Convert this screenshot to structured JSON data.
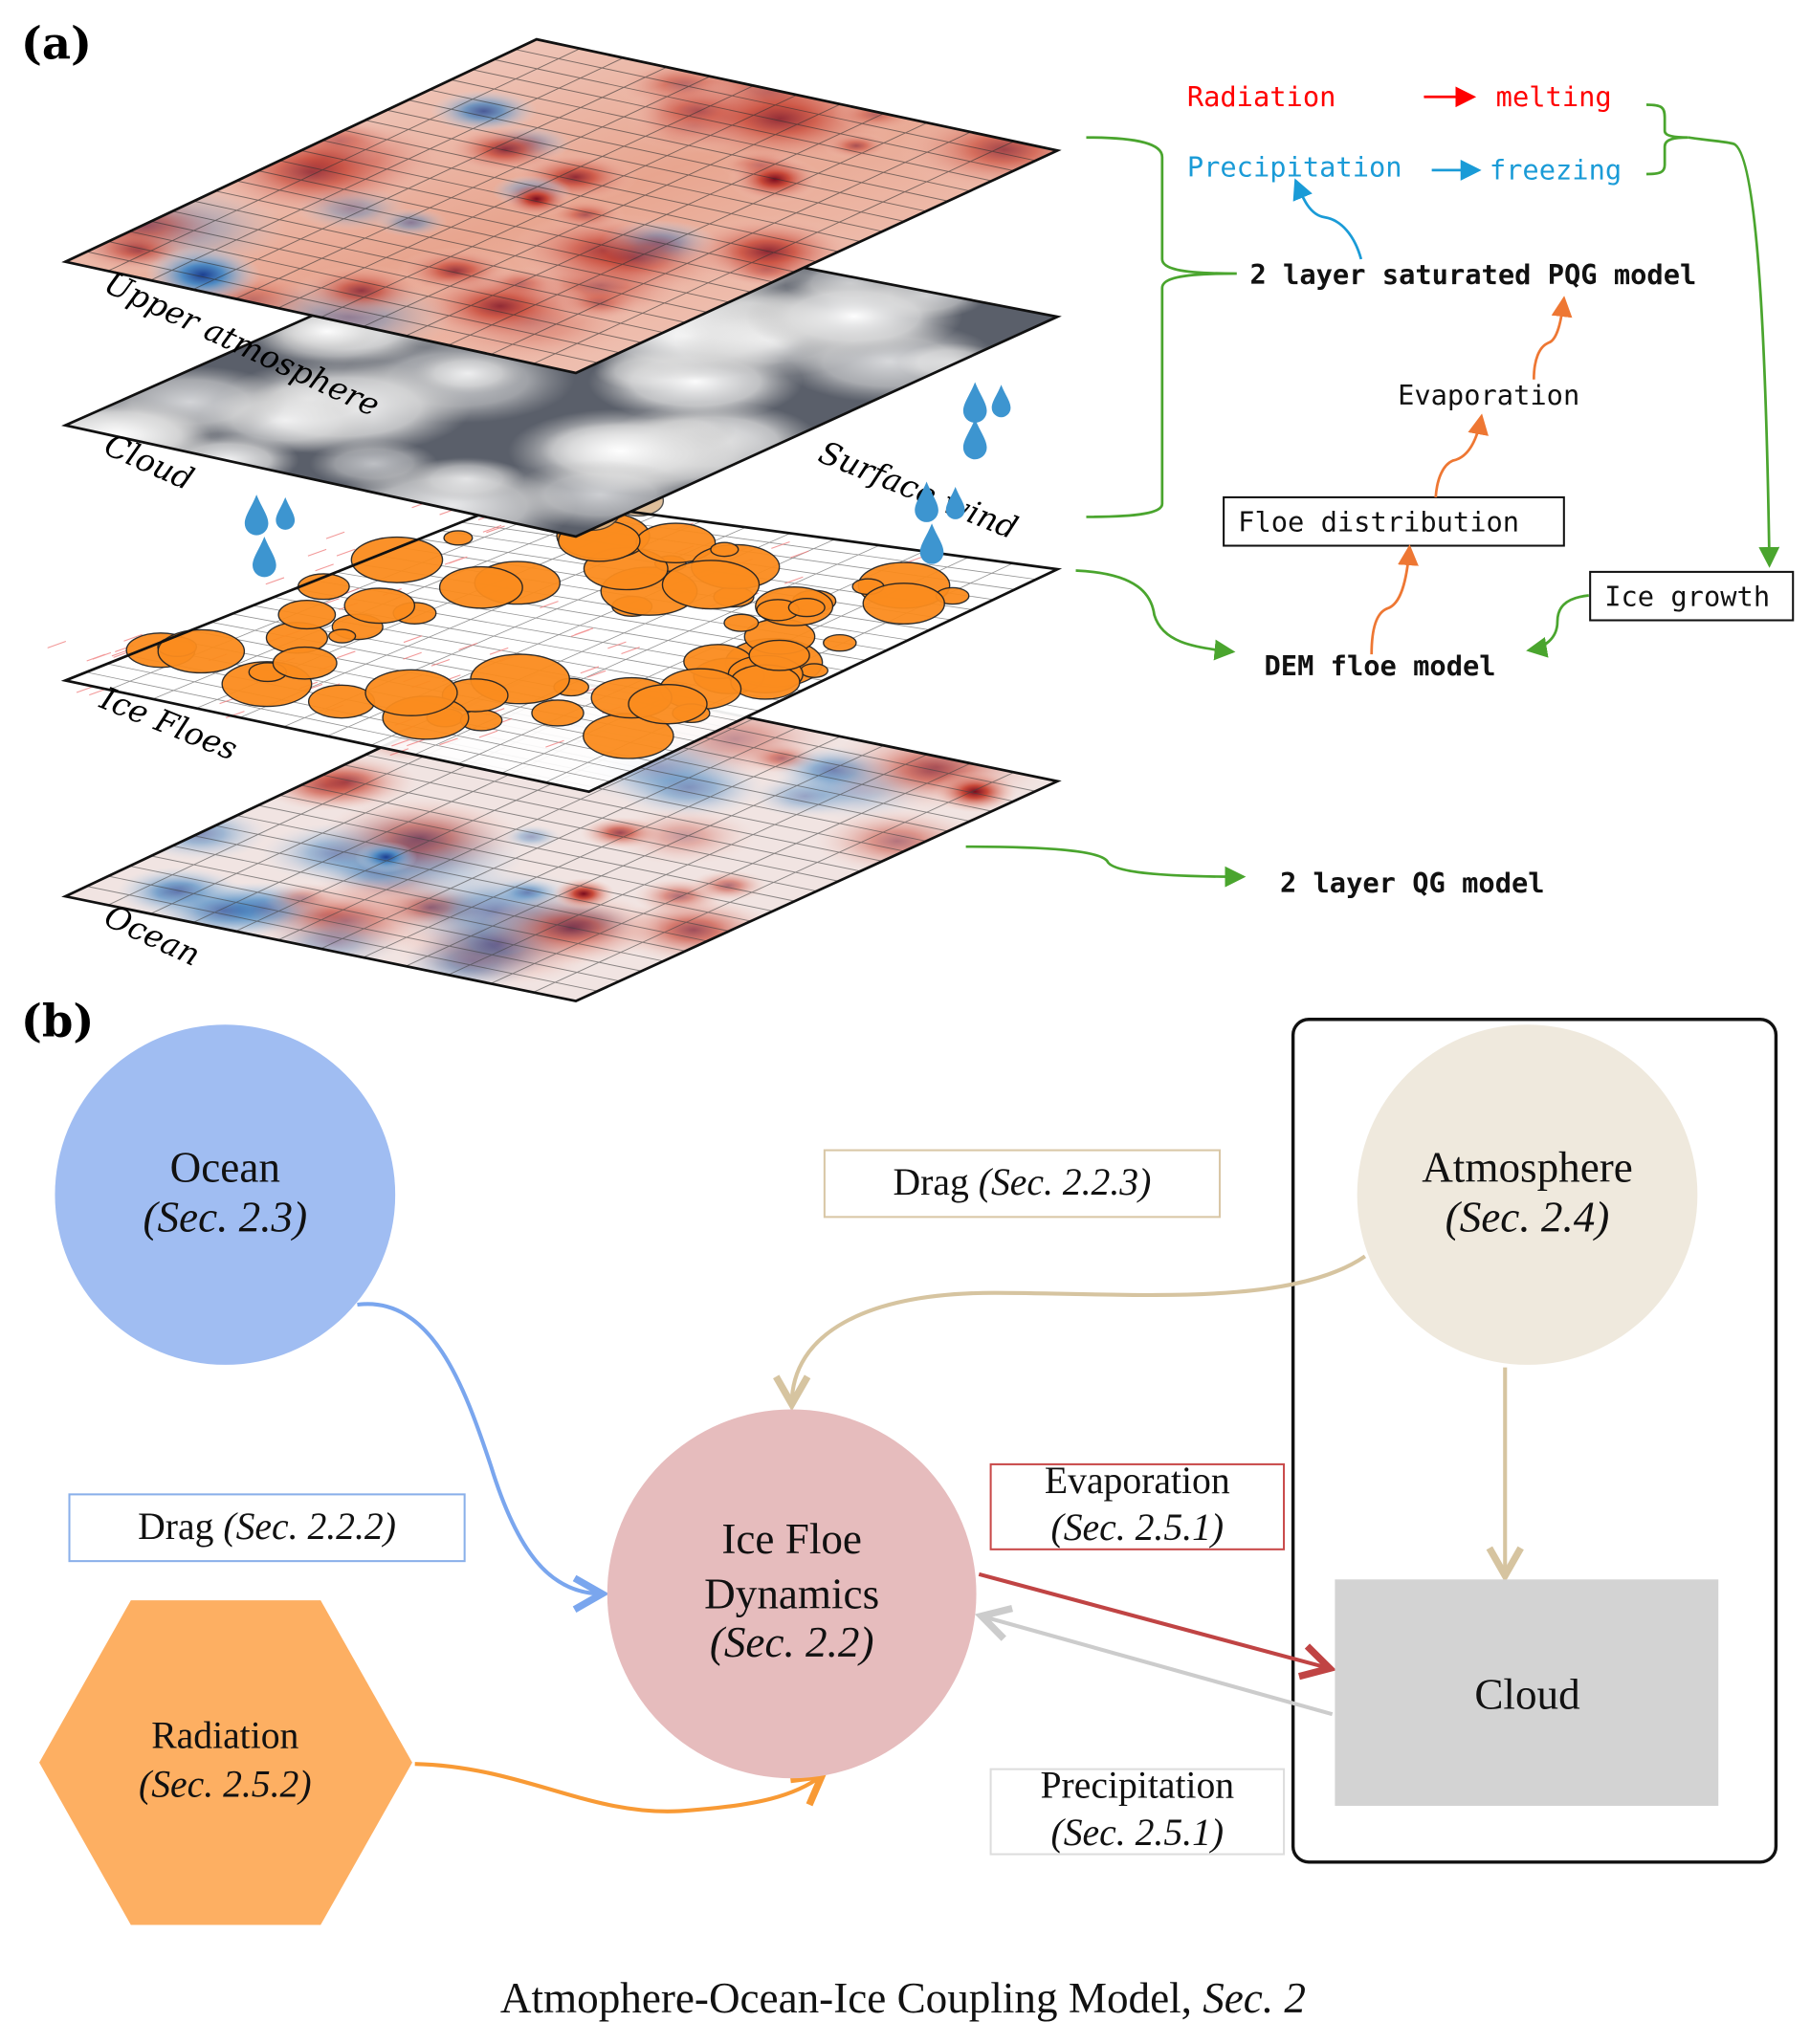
{
  "panel_a": {
    "label": "(a)",
    "layers": {
      "upper": "Upper atmosphere",
      "cloud": "Cloud",
      "wind": "Surface wind",
      "floes": "Ice Floes",
      "ocean": "Ocean"
    },
    "flow": {
      "radiation": "Radiation",
      "melting": "melting",
      "precipitation": "Precipitation",
      "freezing": "freezing",
      "pqg": "2 layer saturated PQG model",
      "evaporation": "Evaporation",
      "floe_distribution": "Floe distribution",
      "ice_growth": "Ice growth",
      "dem": "DEM floe model",
      "qg": "2 layer QG model"
    },
    "colors": {
      "radiation": "#ff0000",
      "precipitation": "#1a9bd7",
      "link": "#4aa52e",
      "evaporation": "#ee7733"
    }
  },
  "panel_b": {
    "label": "(b)",
    "nodes": {
      "ocean": {
        "title": "Ocean",
        "sec": "(Sec.  2.3)",
        "color": "#a0bdf2"
      },
      "atmosphere": {
        "title": "Atmosphere",
        "sec": "(Sec.  2.4)",
        "color": "#efe9dd"
      },
      "ice": {
        "title1": "Ice Floe",
        "title2": "Dynamics",
        "sec": "(Sec.  2.2)",
        "color": "#e6bcbd"
      },
      "radiation": {
        "title": "Radiation",
        "sec": "(Sec.  2.5.2)",
        "color": "#fdaf62"
      },
      "cloud": {
        "title": "Cloud",
        "color": "#d3d3d3"
      }
    },
    "edges": {
      "drag_atm": {
        "text": "Drag ",
        "sec": "(Sec.  2.2.3)"
      },
      "drag_ocean": {
        "text": "Drag ",
        "sec": "(Sec.  2.2.2)"
      },
      "evaporation": {
        "text": "Evaporation",
        "sec": "(Sec.  2.5.1)"
      },
      "precipitation": {
        "text": "Precipitation",
        "sec": "(Sec.  2.5.1)"
      }
    },
    "caption": {
      "text": "Atmophere-Ocean-Ice Coupling Model, ",
      "sec": "Sec.  2"
    }
  }
}
